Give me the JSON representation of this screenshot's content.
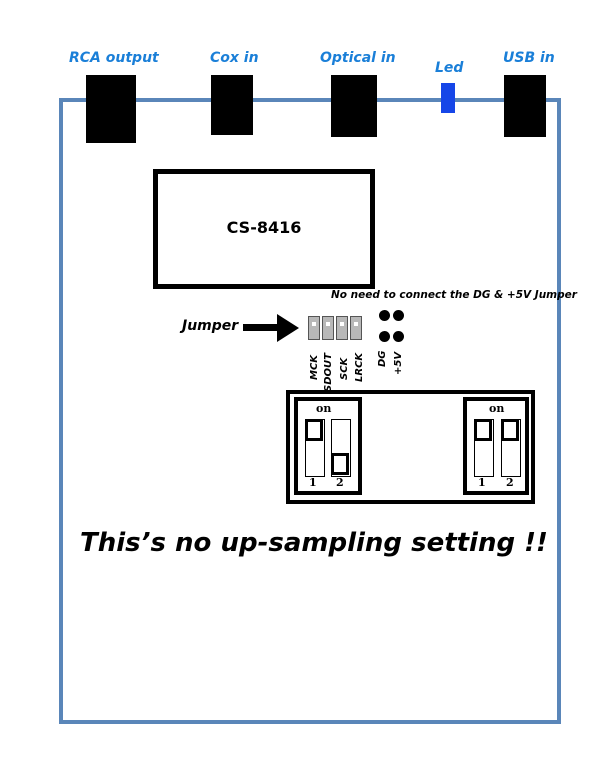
{
  "ports": {
    "rca_output": "RCA output",
    "cox_in": "Cox in",
    "optical_in": "Optical in",
    "led": "Led",
    "usb_in": "USB in"
  },
  "chip": {
    "label": "CS-8416"
  },
  "note": "No need to connect the DG & +5V Jumper",
  "jumper": {
    "label": "Jumper",
    "pins": [
      "MCK",
      "SDOUT",
      "SCK",
      "LRCK"
    ],
    "extra_pins": [
      "DG",
      "+5V"
    ]
  },
  "dip_left": {
    "on_label": "on",
    "switch_1": "1",
    "switch_2": "2"
  },
  "dip_right": {
    "on_label": "on",
    "switch_1": "1",
    "switch_2": "2"
  },
  "headline": "This’s no up-sampling setting !!",
  "colors": {
    "label_blue": "#1a7fd8",
    "board_border": "#5a86b9",
    "led_blue": "#1646e8"
  }
}
